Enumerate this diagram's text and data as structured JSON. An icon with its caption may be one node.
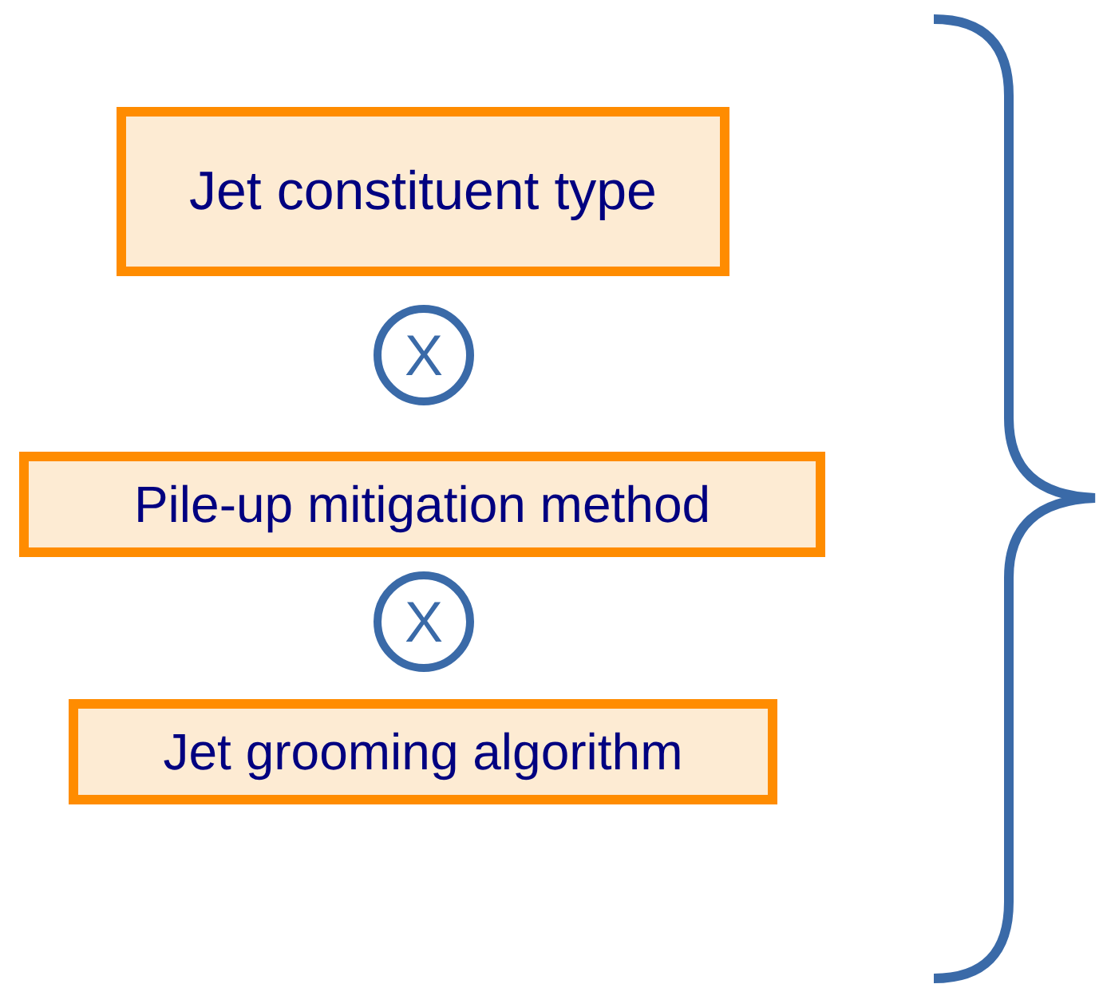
{
  "diagram": {
    "nodes": [
      {
        "text": [
          "Jet constituent type"
        ]
      },
      {
        "text": [
          "X"
        ]
      },
      {
        "text": [
          "Pile-up mitigation method"
        ]
      },
      {
        "text": [
          "X"
        ]
      },
      {
        "text": [
          "Jet grooming algorithm"
        ]
      }
    ]
  }
}
